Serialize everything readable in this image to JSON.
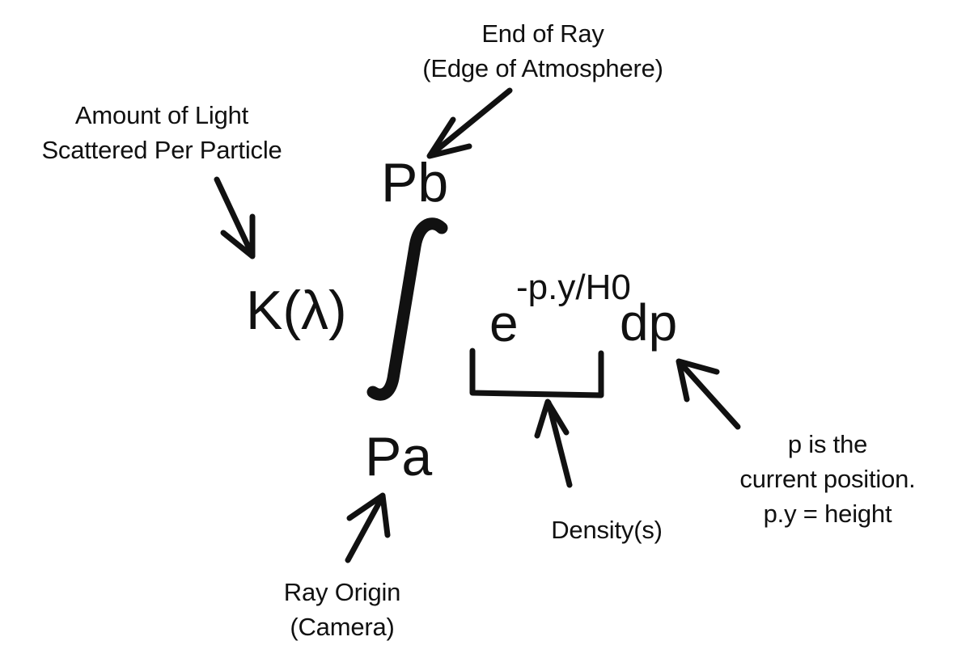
{
  "annotations": {
    "end_of_ray": [
      "End of Ray",
      "(Edge of Atmosphere)"
    ],
    "scattered": [
      "Amount of Light",
      "Scattered Per Particle"
    ],
    "position": [
      "p is the",
      "current position.",
      "p.y = height"
    ],
    "density": "Density(s)",
    "origin": [
      "Ray Origin",
      "(Camera)"
    ]
  },
  "formula": {
    "upper_limit": "Pb",
    "lower_limit": "Pa",
    "coefficient": "K(λ)",
    "integral_sign": "∫",
    "base": "e",
    "exponent": "-p.y/H0",
    "differential": "dp"
  },
  "colors": {
    "ink": "#111111",
    "background": "#ffffff"
  }
}
